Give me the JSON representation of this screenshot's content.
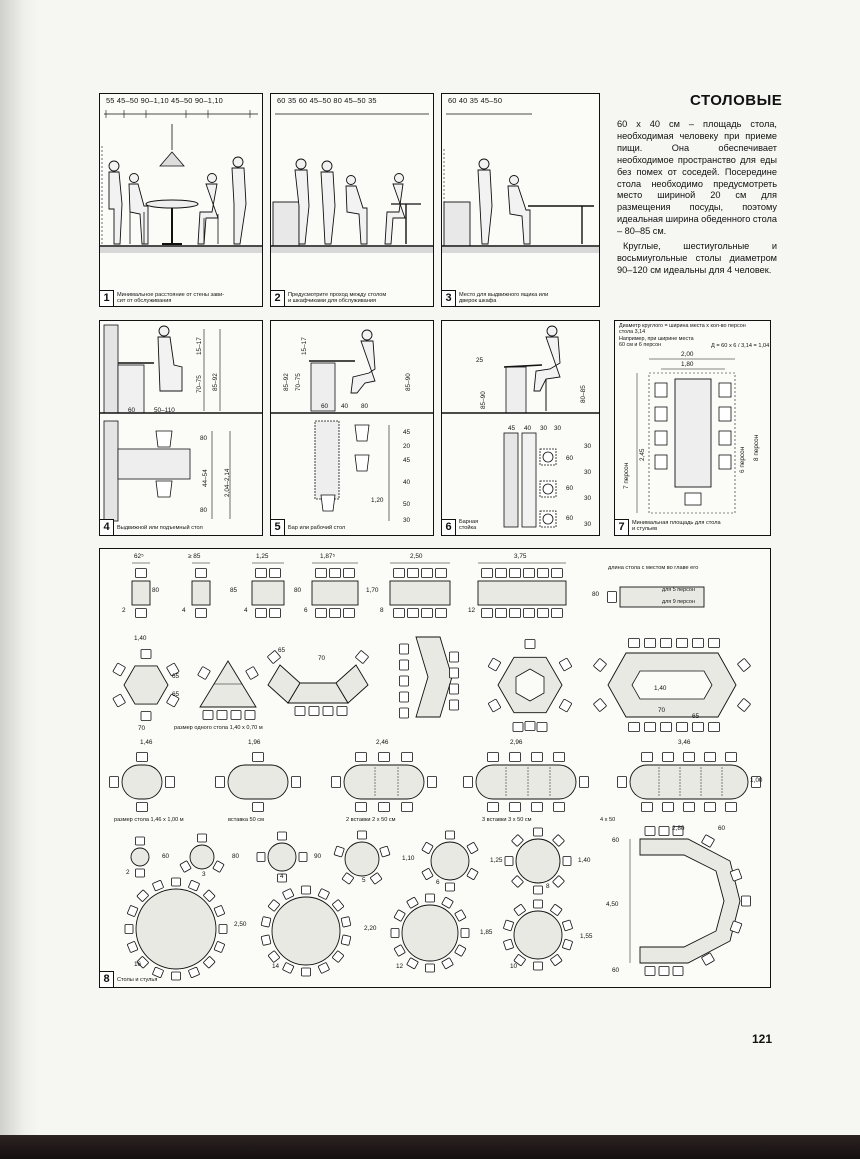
{
  "heading": "СТОЛОВЫЕ",
  "paragraphs": [
    "60 х 40 см – площадь стола, необходимая человеку при приеме пищи. Она обеспечивает необходимое пространство для еды без помех от соседей. Посередине стола необходимо предусмотреть место шириной 20 см для размещения посуды, поэтому идеальная ширина обеденного стола – 80–85 см.",
    "Круглые, шестиугольные и восьмиугольные столы диаметром 90–120 см идеальны для 4 человек."
  ],
  "page_number": "121",
  "panels": {
    "p1": {
      "num": "1",
      "dims": "55 45–50 90–1,10 45–50 90–1,10",
      "caption": "Минимальное расстояние от стены зави-\nсит от обслуживания"
    },
    "p2": {
      "num": "2",
      "dims": "60 35 60 45–50 80 45–50 35",
      "caption": "Предусмотрите проход между столом\nи шкафчиками для обслуживания"
    },
    "p3": {
      "num": "3",
      "dims": "60 40 35 45–50",
      "caption": "Место для выдвижного ящика или\nдверок шкафа"
    },
    "p4": {
      "num": "4",
      "caption": "Выдвижной или подъемный стол",
      "d": [
        "60",
        "50–110",
        "15–17",
        "70–75",
        "85–92",
        "80",
        "44–54",
        "2,04–2,14",
        "80"
      ]
    },
    "p5": {
      "num": "5",
      "caption": "Бар или рабочий стол",
      "d": [
        "85–92",
        "70–75",
        "15–17",
        "85–90",
        "60",
        "40",
        "80",
        "45",
        "20",
        "45",
        "40",
        "1,20",
        "50",
        "30"
      ]
    },
    "p6": {
      "num": "6",
      "caption": "Барная\nстойка",
      "d": [
        "25",
        "85–90",
        "80–85",
        "45",
        "40",
        "30",
        "30",
        "60",
        "60",
        "60",
        "30",
        "30",
        "30",
        "30"
      ]
    },
    "p7": {
      "num": "7",
      "caption": "Минимальная площадь для стола\nи стульев",
      "formula": "Диаметр круглого = ширина места х кол-во персон\nстола                     3,14\nНапример, при ширине места\n60 см и 6 персон",
      "formula_result": "Д = 60 х 6 / 3,14 = 1,04",
      "d": [
        "2,00",
        "1,80",
        "2,45",
        "7 персон",
        "6 персон",
        "8 персон"
      ]
    },
    "p8": {
      "num": "8",
      "caption": "Столы и стулья"
    }
  },
  "p8_labels": {
    "rect_widths": [
      "62⁵",
      "≥ 85",
      "1,25",
      "1,87⁵",
      "2,50",
      "3,75"
    ],
    "rect_depths": [
      "80",
      "85",
      "80",
      "1,70",
      "80"
    ],
    "rect_counts": [
      "2",
      "4",
      "4",
      "6",
      "8",
      "12"
    ],
    "head_note": "длина стола с местом во главе его",
    "head_5": "для 5 персон",
    "head_9": "для 9 персон",
    "hex": [
      "1,40",
      "65",
      "65",
      "70",
      "65",
      "70",
      "1,40",
      "70",
      "65"
    ],
    "hex_note": "размер одного стола 1,40 х 0,70 м",
    "oval_widths": [
      "1,46",
      "1,96",
      "2,46",
      "2,96",
      "3,46"
    ],
    "oval_notes": [
      "размер стола 1,46 х 1,00 м",
      "вставка 50 см",
      "2 вставки 2 х 50 см",
      "3 вставки 3 х 50 см",
      "4 х 50"
    ],
    "oval_depth": "1,00",
    "round_dims": [
      "60",
      "80",
      "90",
      "1,10",
      "1,25",
      "1,40"
    ],
    "round_counts": [
      "2",
      "3",
      "4",
      "5",
      "6",
      "8"
    ],
    "big_dims": [
      "2,50",
      "2,20",
      "1,85",
      "1,55"
    ],
    "big_counts": [
      "16",
      "14",
      "12",
      "10"
    ],
    "u_dims": [
      "60",
      "2,80",
      "60",
      "4,50",
      "60"
    ]
  }
}
